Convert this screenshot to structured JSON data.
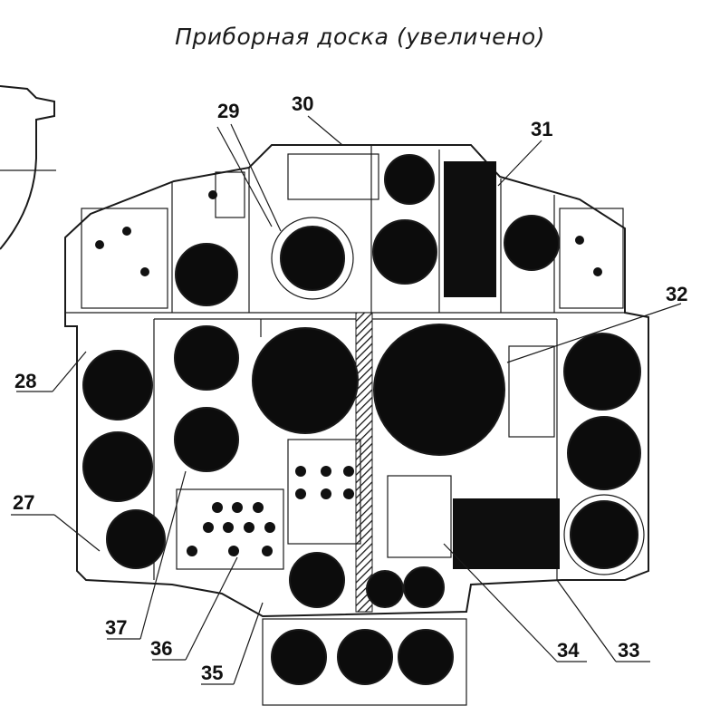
{
  "title": "Приборная доска (увеличено)",
  "callouts": [
    "27",
    "28",
    "29",
    "30",
    "31",
    "32",
    "33",
    "34",
    "35",
    "36",
    "37"
  ]
}
